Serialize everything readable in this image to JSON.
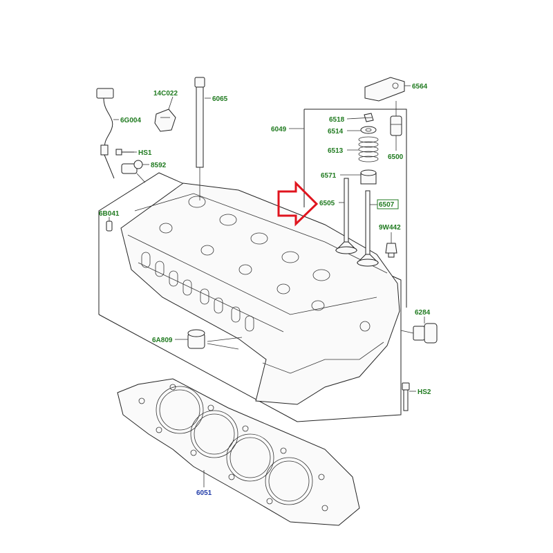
{
  "labels": {
    "p6564": "6564",
    "p6518": "6518",
    "p6514": "6514",
    "p6513": "6513",
    "p6500": "6500",
    "p6049": "6049",
    "p6571": "6571",
    "p6505": "6505",
    "p6507": "6507",
    "p9W442": "9W442",
    "p14C022": "14C022",
    "p6065": "6065",
    "p6G004": "6G004",
    "pHS1": "HS1",
    "p8592": "8592",
    "p6B041": "6B041",
    "p6284": "6284",
    "p6A809": "6A809",
    "pHS2": "HS2",
    "p6051": "6051"
  },
  "colors": {
    "label_green": "#1f7a1f",
    "label_blue": "#1f3aa8",
    "arrow_red": "#e0141e",
    "line": "#222222"
  },
  "highlighted_part": "6507"
}
